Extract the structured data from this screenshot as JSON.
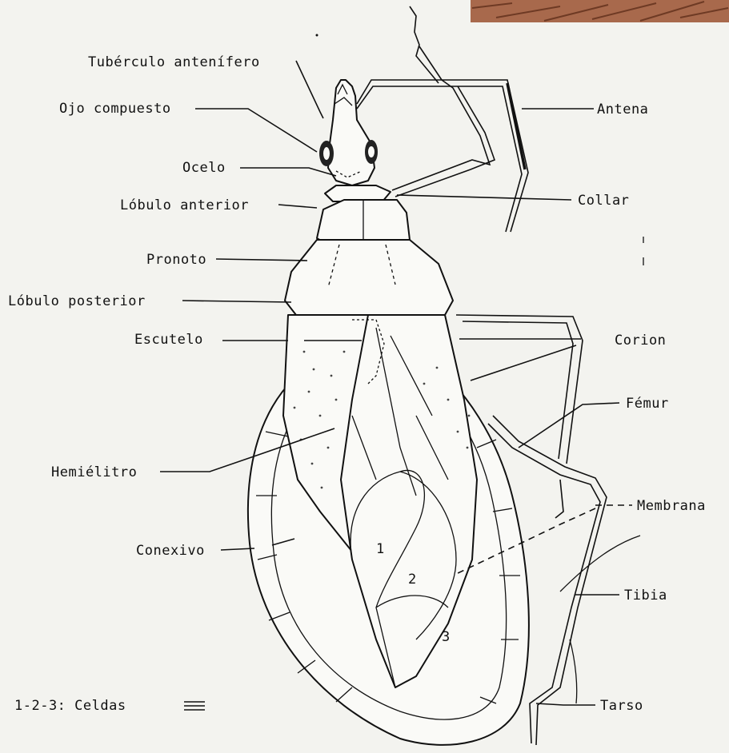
{
  "labels": {
    "tuberculo": "Tubérculo antenífero",
    "ojo": "Ojo compuesto",
    "ocelo": "Ocelo",
    "lobulo_anterior": "Lóbulo anterior",
    "pronoto": "Pronoto",
    "lobulo_posterior": "Lóbulo posterior",
    "escutelo": "Escutelo",
    "hemielitro": "Hemiélitro",
    "conexivo": "Conexivo",
    "antena": "Antena",
    "collar": "Collar",
    "corion": "Corion",
    "femur": "Fémur",
    "membrana": "Membrana",
    "tibia": "Tibia",
    "tarso": "Tarso"
  },
  "cells": {
    "c1": "1",
    "c2": "2",
    "c3": "3"
  },
  "legend": {
    "text": "1-2-3: Celdas"
  },
  "colors": {
    "ink": "#111111",
    "paper": "#f3f3ef",
    "photo_corner": "#a86a4e"
  }
}
